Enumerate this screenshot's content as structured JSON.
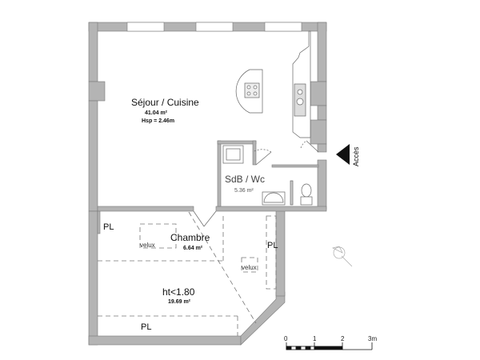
{
  "plan": {
    "title": "Floor plan",
    "colors": {
      "wall": "#b4b4b4",
      "wall_stroke": "#7a7a7a",
      "line": "#555555",
      "dash": "#777777",
      "text": "#111111"
    },
    "rooms": [
      {
        "name": "Séjour / Cuisine",
        "area": "41.04 m²",
        "height": "Hsp = 2.46m"
      },
      {
        "name": "SdB / Wc",
        "area": "5.36 m²"
      },
      {
        "name": "Chambre",
        "area": "6.64 m²"
      },
      {
        "name": "ht<1.80",
        "area": "19.69 m²"
      }
    ],
    "annotations": {
      "pl_top_left": "PL",
      "pl_right": "PL",
      "pl_bottom": "PL",
      "velux_left": "velux",
      "velux_right": "velux",
      "access": "Accès"
    },
    "scale_bar": {
      "ticks": [
        "0",
        "1",
        "2",
        "3m"
      ]
    },
    "icons": {
      "access_arrow": "triangle-left-arrow",
      "north": "compass-icon"
    }
  }
}
